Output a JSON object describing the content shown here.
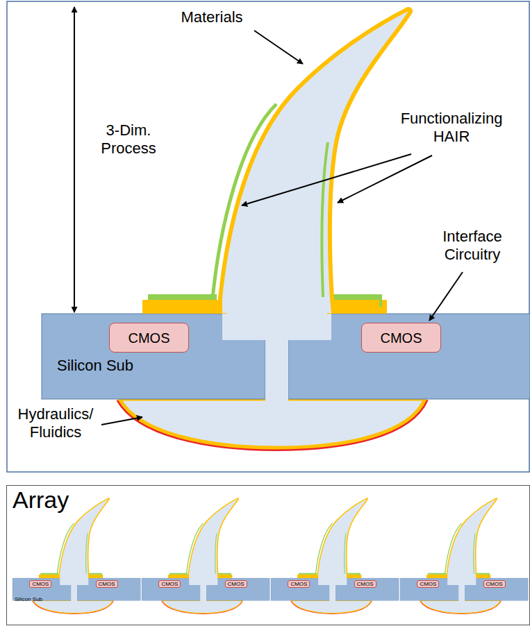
{
  "diagram": {
    "nodes": [
      {
        "text": [
          "Silicon Sub"
        ]
      },
      {
        "text": [
          "CMOS"
        ],
        "in": 0
      },
      {
        "text": [
          "CMOS"
        ],
        "in": 0
      },
      {
        "text": [
          "Array"
        ]
      },
      {
        "text": [
          "Silicon Sub"
        ],
        "in": 3
      },
      {
        "text": [
          "CMOS"
        ],
        "in": 4
      },
      {
        "text": [
          "CMOS"
        ],
        "in": 4
      },
      {
        "text": [
          "CMOS"
        ],
        "in": 4
      },
      {
        "text": [
          "CMOS"
        ],
        "in": 4
      },
      {
        "text": [
          "CMOS"
        ],
        "in": 4
      },
      {
        "text": [
          "CMOS"
        ],
        "in": 4
      },
      {
        "text": [
          "CMOS"
        ],
        "in": 4
      },
      {
        "text": [
          "CMOS"
        ],
        "in": 4
      }
    ],
    "labels": [
      "Materials",
      "3-Dim. Process",
      "Functionalizing HAIR",
      "Interface Circuitry",
      "Hydraulics/ Fluidics"
    ]
  }
}
